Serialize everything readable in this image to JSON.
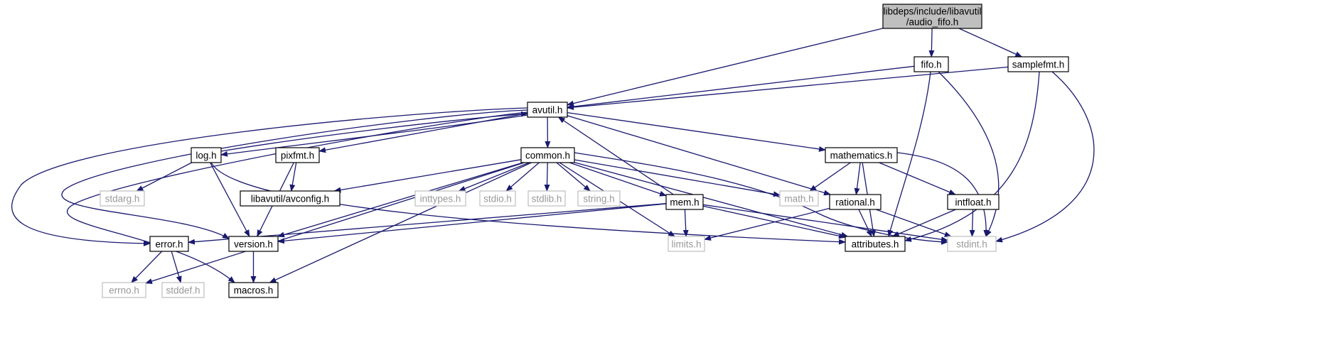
{
  "colors": {
    "edge": "#191970",
    "root_fill": "#bfbfbf",
    "root_stroke": "#000000",
    "local_stroke": "#000000",
    "system_stroke": "#bfbfbf",
    "system_text": "#999999",
    "background": "#ffffff"
  },
  "nodes": [
    {
      "id": "audio_fifo",
      "lines": [
        "libdeps/include/libavutil",
        "/audio_fifo.h"
      ],
      "kind": "root"
    },
    {
      "id": "fifo",
      "lines": [
        "fifo.h"
      ],
      "kind": "local"
    },
    {
      "id": "samplefmt",
      "lines": [
        "samplefmt.h"
      ],
      "kind": "local"
    },
    {
      "id": "avutil",
      "lines": [
        "avutil.h"
      ],
      "kind": "local"
    },
    {
      "id": "log",
      "lines": [
        "log.h"
      ],
      "kind": "local"
    },
    {
      "id": "pixfmt",
      "lines": [
        "pixfmt.h"
      ],
      "kind": "local"
    },
    {
      "id": "common",
      "lines": [
        "common.h"
      ],
      "kind": "local"
    },
    {
      "id": "mathematics",
      "lines": [
        "mathematics.h"
      ],
      "kind": "local"
    },
    {
      "id": "stdarg",
      "lines": [
        "stdarg.h"
      ],
      "kind": "system"
    },
    {
      "id": "avconfig",
      "lines": [
        "libavutil/avconfig.h"
      ],
      "kind": "local"
    },
    {
      "id": "inttypes",
      "lines": [
        "inttypes.h"
      ],
      "kind": "system"
    },
    {
      "id": "stdio",
      "lines": [
        "stdio.h"
      ],
      "kind": "system"
    },
    {
      "id": "stdlib",
      "lines": [
        "stdlib.h"
      ],
      "kind": "system"
    },
    {
      "id": "string",
      "lines": [
        "string.h"
      ],
      "kind": "system"
    },
    {
      "id": "math",
      "lines": [
        "math.h"
      ],
      "kind": "system"
    },
    {
      "id": "mem",
      "lines": [
        "mem.h"
      ],
      "kind": "local"
    },
    {
      "id": "rational",
      "lines": [
        "rational.h"
      ],
      "kind": "local"
    },
    {
      "id": "intfloat",
      "lines": [
        "intfloat.h"
      ],
      "kind": "local"
    },
    {
      "id": "error",
      "lines": [
        "error.h"
      ],
      "kind": "local"
    },
    {
      "id": "version",
      "lines": [
        "version.h"
      ],
      "kind": "local"
    },
    {
      "id": "limits",
      "lines": [
        "limits.h"
      ],
      "kind": "system"
    },
    {
      "id": "attributes",
      "lines": [
        "attributes.h"
      ],
      "kind": "local"
    },
    {
      "id": "stdint",
      "lines": [
        "stdint.h"
      ],
      "kind": "system"
    },
    {
      "id": "errno",
      "lines": [
        "errno.h"
      ],
      "kind": "system"
    },
    {
      "id": "stddef",
      "lines": [
        "stddef.h"
      ],
      "kind": "system"
    },
    {
      "id": "macros",
      "lines": [
        "macros.h"
      ],
      "kind": "local"
    }
  ],
  "edges": [
    {
      "from": "audio_fifo",
      "to": "avutil"
    },
    {
      "from": "audio_fifo",
      "to": "fifo"
    },
    {
      "from": "audio_fifo",
      "to": "samplefmt"
    },
    {
      "from": "fifo",
      "to": "avutil"
    },
    {
      "from": "fifo",
      "to": "attributes"
    },
    {
      "from": "fifo",
      "to": "stdint"
    },
    {
      "from": "samplefmt",
      "to": "avutil"
    },
    {
      "from": "samplefmt",
      "to": "attributes"
    },
    {
      "from": "samplefmt",
      "to": "stdint"
    },
    {
      "from": "avutil",
      "to": "common"
    },
    {
      "from": "avutil",
      "to": "error"
    },
    {
      "from": "avutil",
      "to": "rational"
    },
    {
      "from": "avutil",
      "to": "version"
    },
    {
      "from": "avutil",
      "to": "macros"
    },
    {
      "from": "avutil",
      "to": "mathematics"
    },
    {
      "from": "avutil",
      "to": "log"
    },
    {
      "from": "avutil",
      "to": "pixfmt"
    },
    {
      "from": "log",
      "to": "avutil"
    },
    {
      "from": "log",
      "to": "stdarg"
    },
    {
      "from": "log",
      "to": "version"
    },
    {
      "from": "log",
      "to": "attributes"
    },
    {
      "from": "pixfmt",
      "to": "avconfig"
    },
    {
      "from": "pixfmt",
      "to": "version"
    },
    {
      "from": "common",
      "to": "errno"
    },
    {
      "from": "common",
      "to": "inttypes"
    },
    {
      "from": "common",
      "to": "limits"
    },
    {
      "from": "common",
      "to": "math"
    },
    {
      "from": "common",
      "to": "stdint"
    },
    {
      "from": "common",
      "to": "stdio"
    },
    {
      "from": "common",
      "to": "stdlib"
    },
    {
      "from": "common",
      "to": "string"
    },
    {
      "from": "common",
      "to": "attributes"
    },
    {
      "from": "common",
      "to": "macros"
    },
    {
      "from": "common",
      "to": "version"
    },
    {
      "from": "common",
      "to": "avconfig"
    },
    {
      "from": "common",
      "to": "mem"
    },
    {
      "from": "mathematics",
      "to": "stdint"
    },
    {
      "from": "mathematics",
      "to": "math"
    },
    {
      "from": "mathematics",
      "to": "attributes"
    },
    {
      "from": "mathematics",
      "to": "rational"
    },
    {
      "from": "mathematics",
      "to": "intfloat"
    },
    {
      "from": "mem",
      "to": "avutil"
    },
    {
      "from": "mem",
      "to": "limits"
    },
    {
      "from": "mem",
      "to": "stdint"
    },
    {
      "from": "mem",
      "to": "attributes"
    },
    {
      "from": "mem",
      "to": "error"
    },
    {
      "from": "mem",
      "to": "version"
    },
    {
      "from": "rational",
      "to": "stdint"
    },
    {
      "from": "rational",
      "to": "limits"
    },
    {
      "from": "rational",
      "to": "attributes"
    },
    {
      "from": "intfloat",
      "to": "stdint"
    },
    {
      "from": "intfloat",
      "to": "attributes"
    },
    {
      "from": "error",
      "to": "errno"
    },
    {
      "from": "error",
      "to": "stddef"
    },
    {
      "from": "version",
      "to": "macros"
    }
  ]
}
